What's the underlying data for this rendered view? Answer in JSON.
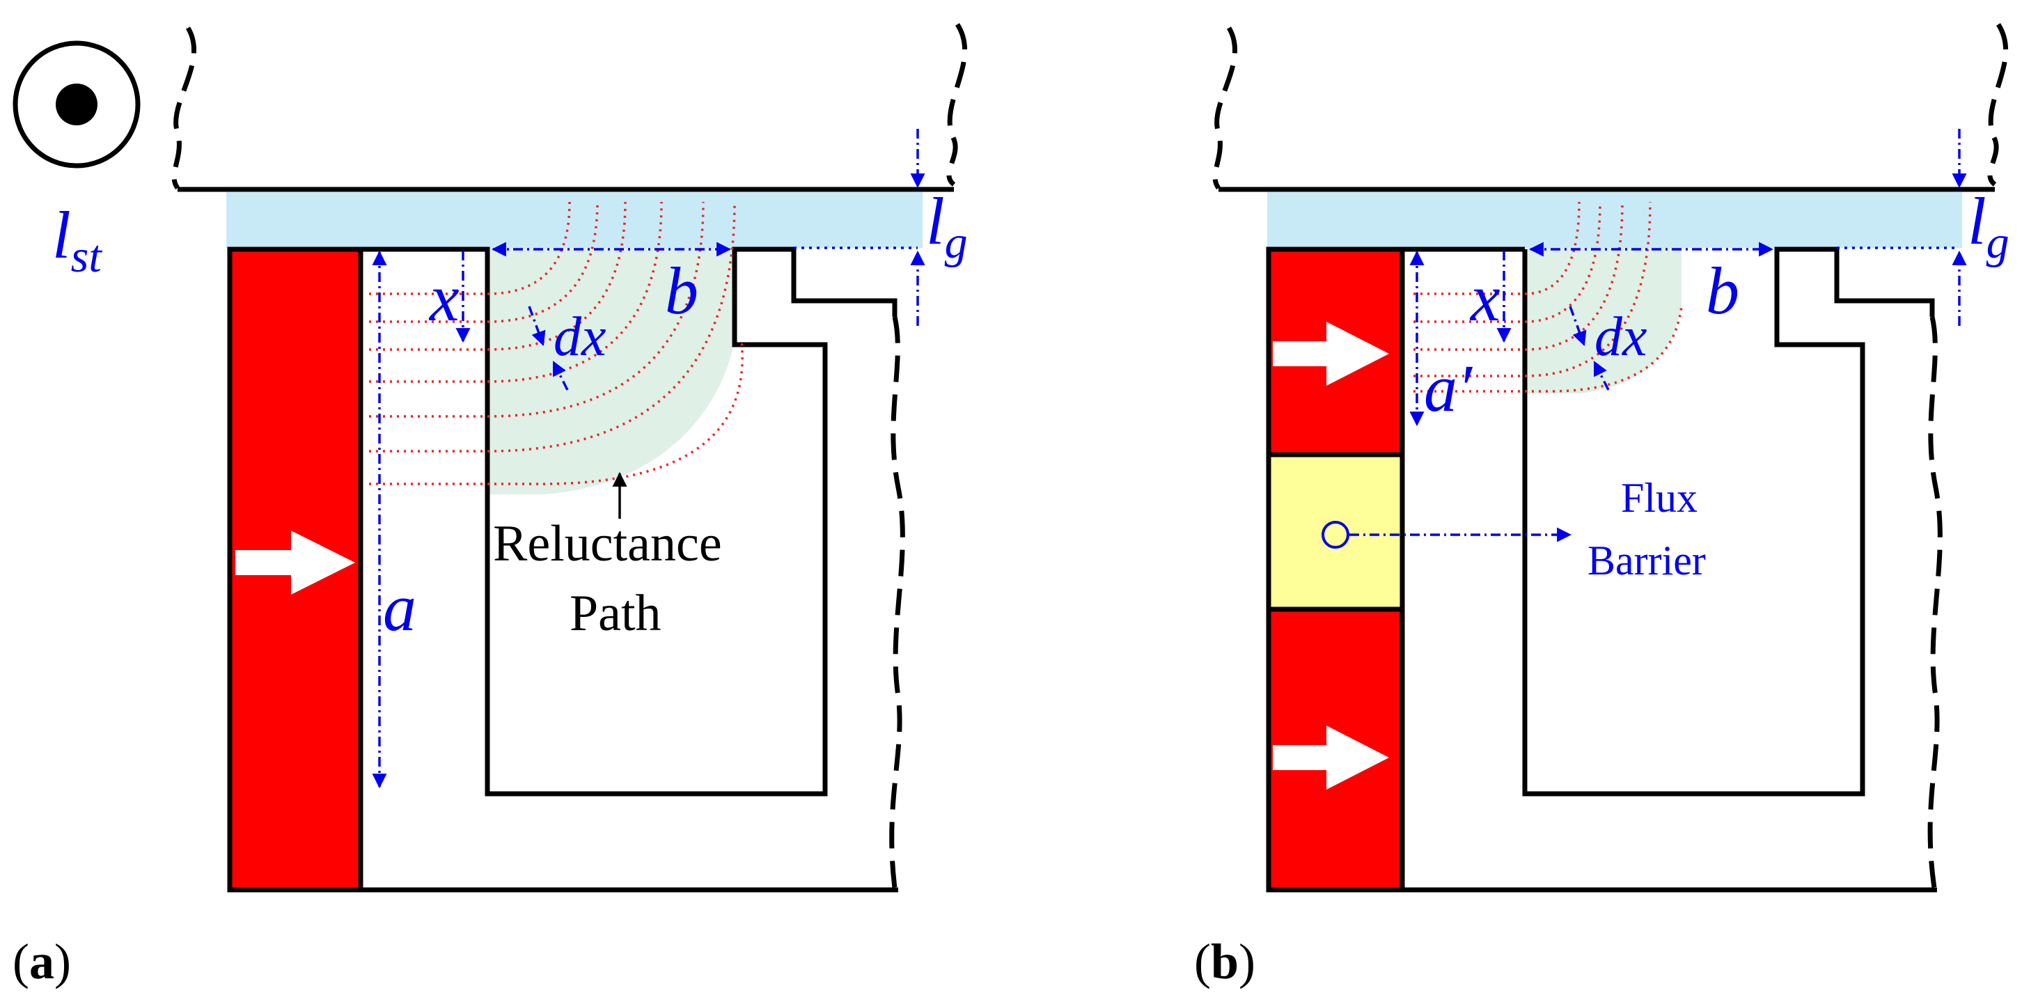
{
  "panel_a": {
    "caption": "(a)",
    "label_lst_main": "l",
    "label_lst_sub": "st",
    "label_lg_main": "l",
    "label_lg_sub": "g",
    "label_x": "x",
    "label_b": "b",
    "label_dx": "dx",
    "label_a": "a",
    "path_label_line1": "Reluctance",
    "path_label_line2": "Path"
  },
  "panel_b": {
    "caption": "(b)",
    "label_lg_main": "l",
    "label_lg_sub": "g",
    "label_x": "x",
    "label_b": "b",
    "label_dx": "dx",
    "label_a_prime": "a′",
    "barrier_label_line1": "Flux",
    "barrier_label_line2": "Barrier"
  },
  "colors": {
    "magnet": "#ff0000",
    "air_gap": "#c8eaf7",
    "flux_region": "#dff0e6",
    "flux_barrier": "#ffff99",
    "dimension": "#0000ee",
    "flux_lines": "#ee2222"
  },
  "icons": [
    "current-out-of-page-icon",
    "magnetization-arrow-icon"
  ]
}
